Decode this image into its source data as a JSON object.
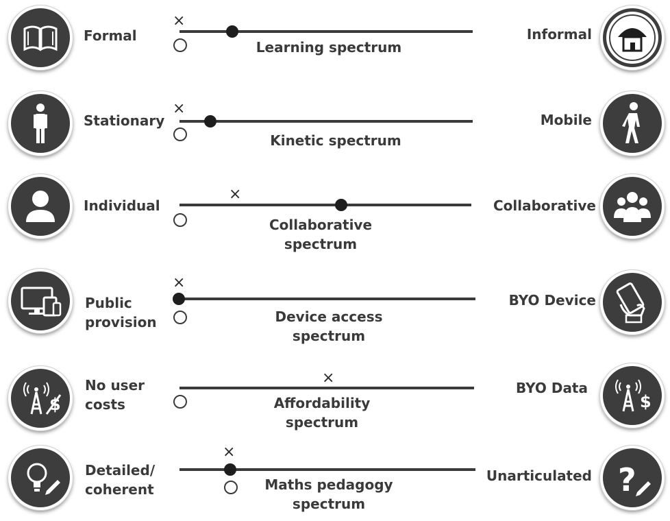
{
  "rows": [
    {
      "left_label": "Formal",
      "right_label": "Informal",
      "spectrum_lines": [
        "Learning spectrum"
      ],
      "left_icon": "book-icon",
      "right_icon": "house-icon",
      "dot_position": 0.17,
      "cross_position": 0.0
    },
    {
      "left_label": "Stationary",
      "right_label": "Mobile",
      "spectrum_lines": [
        "Kinetic spectrum"
      ],
      "left_icon": "standing-person-icon",
      "right_icon": "walking-person-icon",
      "dot_position": 0.1,
      "cross_position": 0.0
    },
    {
      "left_label": "Individual",
      "right_label": "Collaborative",
      "spectrum_lines": [
        "Collaborative",
        "spectrum"
      ],
      "left_icon": "user-icon",
      "right_icon": "group-icon",
      "dot_position": 0.56,
      "cross_position": 0.2
    },
    {
      "left_label_lines": [
        "Public",
        "provision"
      ],
      "right_label": "BYO Device",
      "spectrum_lines": [
        "Device access",
        "spectrum"
      ],
      "left_icon": "devices-icon",
      "right_icon": "hand-phone-icon",
      "dot_position": 0.0,
      "cross_position": 0.0
    },
    {
      "left_label_lines": [
        "No user",
        "costs"
      ],
      "right_label": "BYO Data",
      "spectrum_lines": [
        "Affordability",
        "spectrum"
      ],
      "left_icon": "no-cost-tower-icon",
      "right_icon": "cost-tower-icon",
      "dot_position": null,
      "cross_position": 0.51
    },
    {
      "left_label_lines": [
        "Detailed/",
        "coherent"
      ],
      "right_label": "Unarticulated",
      "spectrum_lines": [
        "Maths pedagogy",
        "spectrum"
      ],
      "left_icon": "lightbulb-pencil-icon",
      "right_icon": "question-pencil-icon",
      "dot_position": 0.17,
      "cross_position": 0.17
    }
  ],
  "colors": {
    "icon_bg": "#3d3d3d",
    "text": "#3a3a3a",
    "track": "#3a3a3a"
  }
}
